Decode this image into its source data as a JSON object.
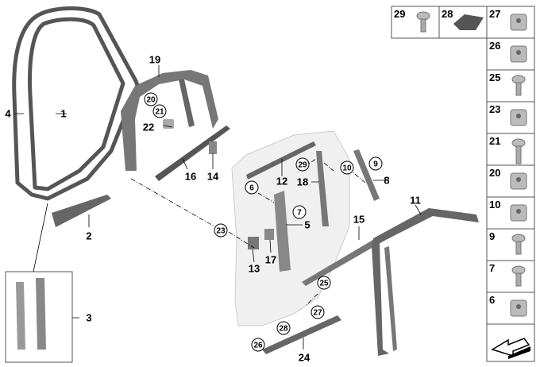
{
  "diagram": {
    "callouts": [
      {
        "id": "c4",
        "label": "4",
        "circled": false
      },
      {
        "id": "c1",
        "label": "1",
        "circled": false
      },
      {
        "id": "c19",
        "label": "19",
        "circled": false
      },
      {
        "id": "c20",
        "label": "20",
        "circled": true
      },
      {
        "id": "c21",
        "label": "21",
        "circled": true
      },
      {
        "id": "c22",
        "label": "22",
        "circled": false
      },
      {
        "id": "c16",
        "label": "16",
        "circled": false
      },
      {
        "id": "c14",
        "label": "14",
        "circled": false
      },
      {
        "id": "c2",
        "label": "2",
        "circled": false
      },
      {
        "id": "c3",
        "label": "3",
        "circled": false
      },
      {
        "id": "c6",
        "label": "6",
        "circled": true
      },
      {
        "id": "c12",
        "label": "12",
        "circled": false
      },
      {
        "id": "c29",
        "label": "29",
        "circled": true
      },
      {
        "id": "c18",
        "label": "18",
        "circled": false
      },
      {
        "id": "c10",
        "label": "10",
        "circled": true
      },
      {
        "id": "c9",
        "label": "9",
        "circled": true
      },
      {
        "id": "c8",
        "label": "8",
        "circled": false
      },
      {
        "id": "c7",
        "label": "7",
        "circled": true
      },
      {
        "id": "c5",
        "label": "5",
        "circled": false
      },
      {
        "id": "c23",
        "label": "23",
        "circled": true
      },
      {
        "id": "c11",
        "label": "11",
        "circled": false
      },
      {
        "id": "c15",
        "label": "15",
        "circled": false
      },
      {
        "id": "c17",
        "label": "17",
        "circled": false
      },
      {
        "id": "c13",
        "label": "13",
        "circled": false
      },
      {
        "id": "c25",
        "label": "25",
        "circled": true
      },
      {
        "id": "c27",
        "label": "27",
        "circled": true
      },
      {
        "id": "c28",
        "label": "28",
        "circled": true
      },
      {
        "id": "c26",
        "label": "26",
        "circled": true
      },
      {
        "id": "c24",
        "label": "24",
        "circled": false
      }
    ]
  },
  "parts_legend": {
    "cells": [
      {
        "label": "29",
        "icon": "screw-icon"
      },
      {
        "label": "28",
        "icon": "pad-icon"
      },
      {
        "label": "27",
        "icon": "clip-nut-icon"
      },
      {
        "label": "26",
        "icon": "expanding-rivet-icon"
      },
      {
        "label": "25",
        "icon": "screw-icon"
      },
      {
        "label": "23",
        "icon": "square-nut-icon"
      },
      {
        "label": "21",
        "icon": "long-screw-icon"
      },
      {
        "label": "20",
        "icon": "clip-icon"
      },
      {
        "label": "10",
        "icon": "bracket-icon"
      },
      {
        "label": "9",
        "icon": "screw-icon"
      },
      {
        "label": "7",
        "icon": "tapping-screw-icon"
      },
      {
        "label": "6",
        "icon": "cage-nut-icon"
      }
    ],
    "nav_icon": "arrow-back-icon"
  }
}
